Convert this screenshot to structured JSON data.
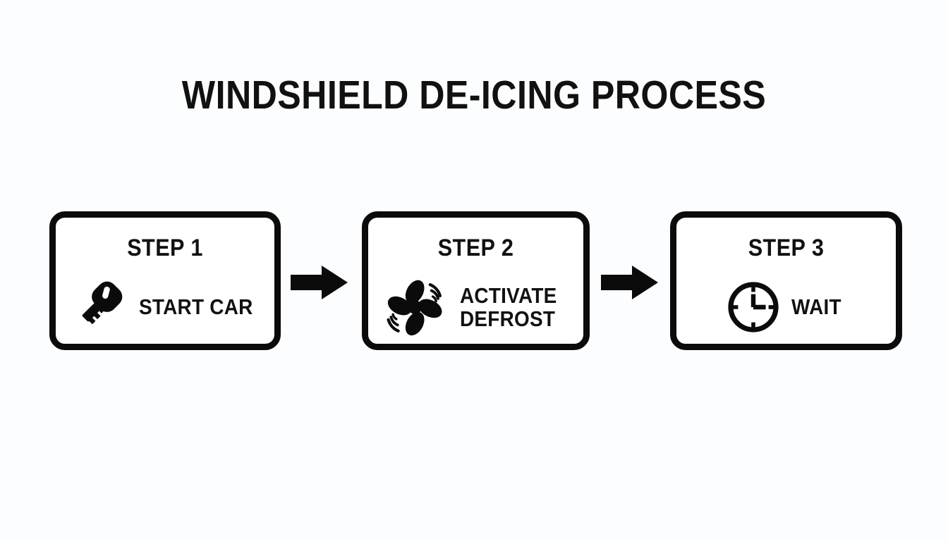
{
  "page": {
    "title": "WINDSHIELD DE-ICING PROCESS",
    "background_color": "#fcfdfe",
    "ink_color": "#0b0b0b"
  },
  "diagram": {
    "type": "process-flow",
    "orientation": "horizontal",
    "step_count": 3,
    "connector_label": "arrow-right",
    "steps": [
      {
        "heading": "STEP 1",
        "label": "START CAR",
        "icon": "car-key-icon",
        "label_lines": 1
      },
      {
        "heading": "STEP 2",
        "label": "ACTIVATE\nDEFROST",
        "icon": "defroster-fan-icon",
        "label_lines": 2
      },
      {
        "heading": "STEP 3",
        "label": "WAIT",
        "icon": "clock-icon",
        "label_lines": 1
      }
    ],
    "connectors": [
      {
        "name": "arrow-1",
        "from": "STEP 1",
        "to": "STEP 2",
        "glyph": "arrow-right-icon"
      },
      {
        "name": "arrow-2",
        "from": "STEP 2",
        "to": "STEP 3",
        "glyph": "arrow-right-icon"
      }
    ]
  }
}
